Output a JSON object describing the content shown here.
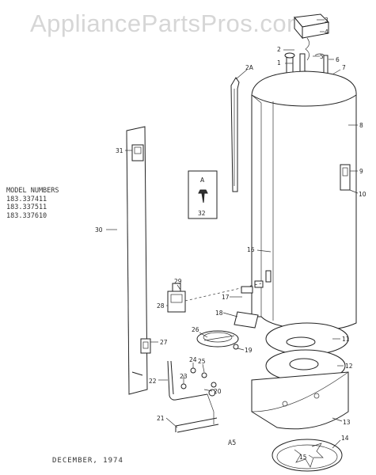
{
  "watermark": "AppliancePartsPros.com",
  "model_numbers": {
    "heading": "MODEL NUMBERS",
    "items": [
      "183.337411",
      "183.337511",
      "183.337610"
    ]
  },
  "date_label": "DECEMBER, 1974",
  "sheet_code": "A5",
  "detail_label": "A",
  "callouts": [
    "1",
    "2",
    "2A",
    "3",
    "4",
    "5",
    "6",
    "7",
    "8",
    "9",
    "10",
    "11",
    "12",
    "13",
    "14",
    "15",
    "16",
    "17",
    "18",
    "19",
    "20",
    "21",
    "22",
    "23",
    "24",
    "25",
    "26",
    "27",
    "28",
    "29",
    "30",
    "31",
    "32"
  ]
}
